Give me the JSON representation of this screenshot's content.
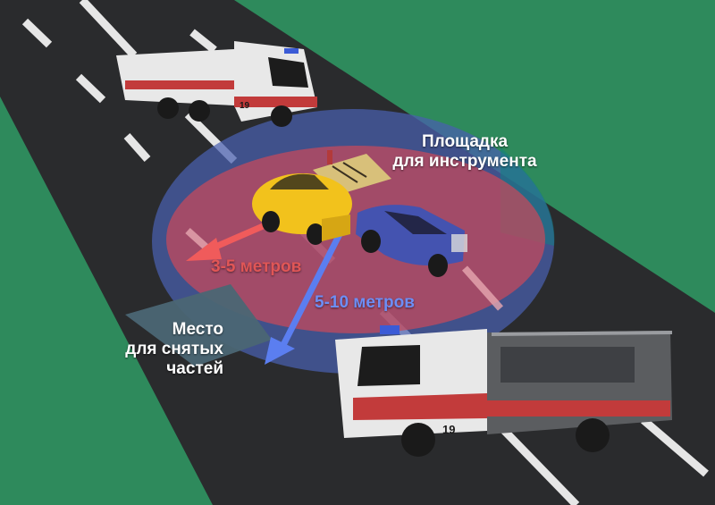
{
  "labels": {
    "tool_area_line1": "Площадка",
    "tool_area_line2": "для инструмента",
    "inner_zone": "3-5 метров",
    "outer_zone": "5-10 метров",
    "parts_area_line1": "Место",
    "parts_area_line2": "для снятых",
    "parts_area_line3": "частей",
    "truck_number_top": "19",
    "truck_number_bottom": "19"
  },
  "colors": {
    "grass": "#2e8a5c",
    "road": "#2a2b2d",
    "lane_marking": "#e6e6e6",
    "inner_zone": "#c84a5a",
    "outer_zone": "#4a5fb0",
    "tool_tarp": "#d8c07a",
    "parts_tarp": "#4b6674",
    "car_yellow": "#f2c21c",
    "car_blue": "#4453b0",
    "truck_body": "#e8e8e8",
    "truck_stripe": "#c23b3b",
    "arrow_red": "#f05b5b",
    "arrow_blue": "#5b7ef0"
  }
}
